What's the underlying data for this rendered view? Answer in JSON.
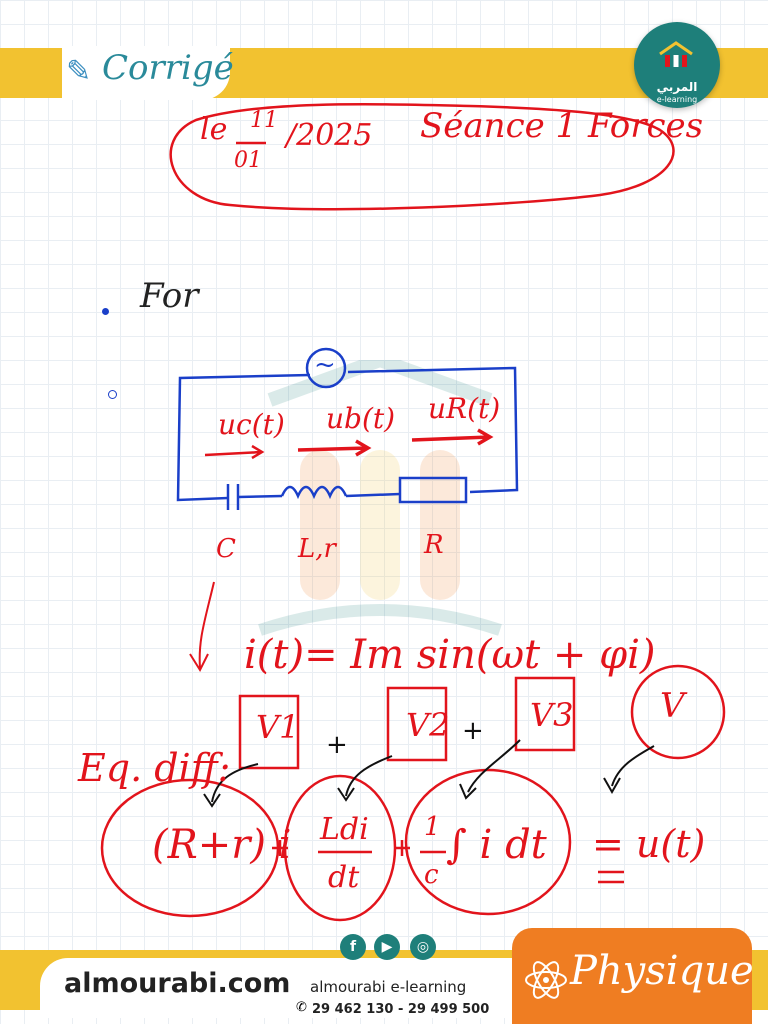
{
  "header": {
    "corrige_label": "Corrigé",
    "logo_arabic": "المربي",
    "logo_subtitle": "e-learning"
  },
  "title": {
    "date_prefix": "le",
    "date_day": "11",
    "date_month": "01",
    "date_year": "/2025",
    "seance": "Séance 1 Forces"
  },
  "notes": {
    "bullet_1_text": "For"
  },
  "circuit": {
    "uc_label": "uc(t)",
    "ub_label": "ub(t)",
    "ur_label": "uR(t)",
    "c_label": "C",
    "l_label": "L,r",
    "r_label": "R",
    "source_symbol": "~"
  },
  "equations": {
    "current": "i(t)= Im sin(ωt + φi)",
    "v1": "V1",
    "v2": "V2",
    "v3": "V3",
    "v_total": "V",
    "plus": "+",
    "eq_label": "Eq. diff:",
    "term_r": "(R+r) i",
    "term_l_num": "Ldi",
    "term_l_den": "dt",
    "term_c_num": "1",
    "term_c_den": "c",
    "term_int": "∫ i dt",
    "term_u": "= u(t)"
  },
  "footer": {
    "site": "almourabi.com",
    "brand": "almourabi e-learning",
    "phone": "29 462 130 - 29 499 500",
    "physique": "Physique",
    "social_facebook": "f",
    "social_youtube": "▶",
    "social_instagram": "◎"
  },
  "colors": {
    "accent_yellow": "#f2c230",
    "ink_red": "#e2141c",
    "ink_blue": "#1a3fc9",
    "teal": "#1e7f7a",
    "orange": "#ef7d22"
  },
  "icons": [
    "pencil-icon",
    "facebook-icon",
    "youtube-icon",
    "instagram-icon",
    "phone-icon",
    "atom-icon",
    "logo-house-icon"
  ]
}
